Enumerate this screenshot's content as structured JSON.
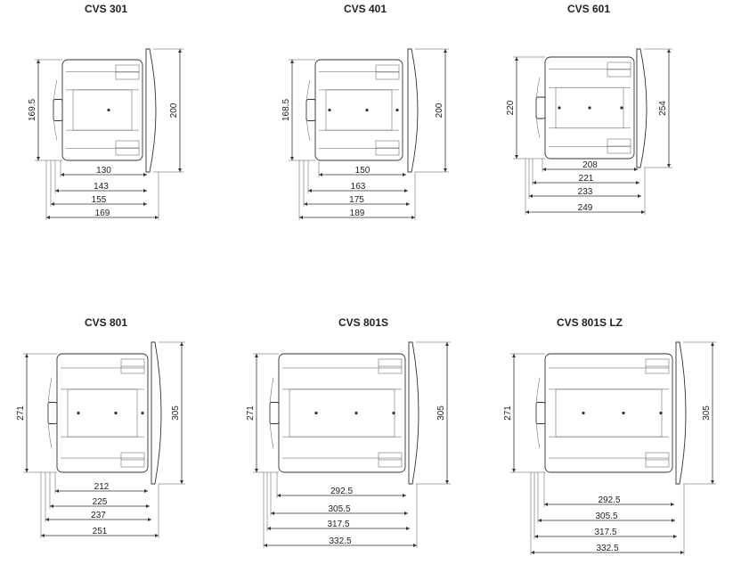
{
  "diagrams": [
    {
      "key": "cvs301",
      "title": "CVS 301",
      "height_dims": [
        "169.5",
        "200"
      ],
      "width_dims": [
        "130",
        "143",
        "155",
        "169"
      ]
    },
    {
      "key": "cvs401",
      "title": "CVS 401",
      "height_dims": [
        "168.5",
        "200"
      ],
      "width_dims": [
        "150",
        "163",
        "175",
        "189"
      ]
    },
    {
      "key": "cvs601",
      "title": "CVS 601",
      "height_dims": [
        "220",
        "254"
      ],
      "width_dims": [
        "208",
        "221",
        "233",
        "249"
      ]
    },
    {
      "key": "cvs801",
      "title": "CVS 801",
      "height_dims": [
        "271",
        "305"
      ],
      "width_dims": [
        "212",
        "225",
        "237",
        "251"
      ]
    },
    {
      "key": "cvs801s",
      "title": "CVS 801S",
      "height_dims": [
        "271",
        "305"
      ],
      "width_dims": [
        "292.5",
        "305.5",
        "317.5",
        "332.5"
      ]
    },
    {
      "key": "cvs801slz",
      "title": "CVS 801S LZ",
      "height_dims": [
        "271",
        "305"
      ],
      "width_dims": [
        "292.5",
        "305.5",
        "317.5",
        "332.5"
      ]
    }
  ]
}
